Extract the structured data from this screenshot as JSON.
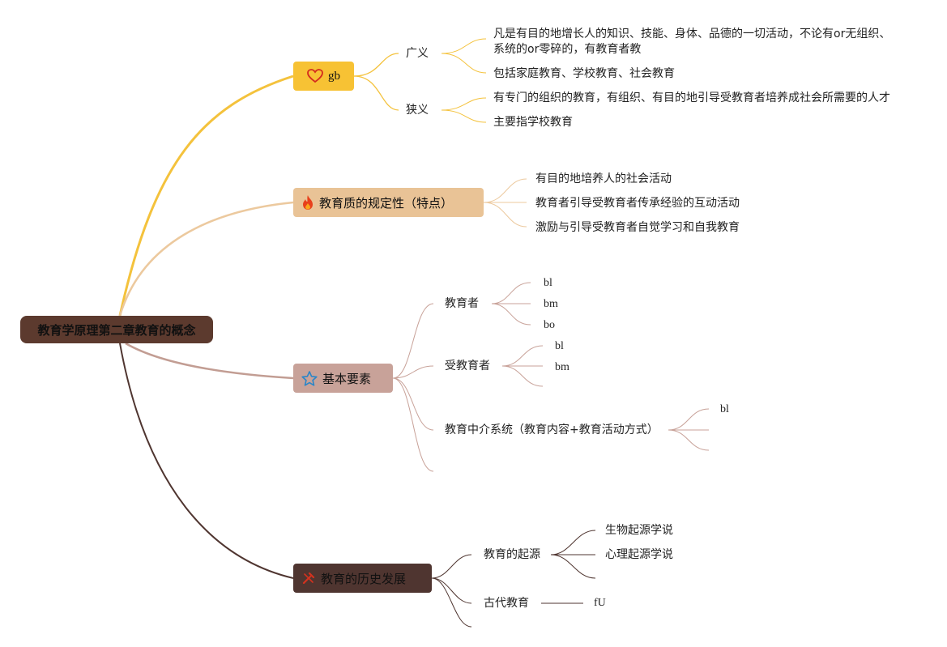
{
  "root": {
    "label": "教育学原理第二章教育的概念"
  },
  "gb": {
    "label": "gb",
    "icon": "heart-icon",
    "guangyi": {
      "label": "广义",
      "items": [
        "凡是有目的地增长人的知识、技能、身体、品德的一切活动，不论有or无组织、",
        "系统的or零碎的，有教育者教",
        "包括家庭教育、学校教育、社会教育"
      ]
    },
    "xiayi": {
      "label": "狭义",
      "items": [
        "有专门的组织的教育，有组织、有目的地引导受教育者培养成社会所需要的人才",
        "主要指学校教育"
      ]
    }
  },
  "quality": {
    "label": "教育质的规定性（特点）",
    "icon": "fire-icon",
    "items": [
      "有目的地培养人的社会活动",
      "教育者引导受教育者传承经验的互动活动",
      "激励与引导受教育者自觉学习和自我教育"
    ]
  },
  "elements": {
    "label": "基本要素",
    "icon": "star-icon",
    "educator": {
      "label": "教育者",
      "items": [
        "bl",
        "bm",
        "bo"
      ]
    },
    "learner": {
      "label": "受教育者",
      "items": [
        "bl",
        "bm"
      ]
    },
    "medium": {
      "label": "教育中介系统（教育内容+教育活动方式）",
      "items": [
        "bl"
      ]
    }
  },
  "history": {
    "label": "教育的历史发展",
    "icon": "tools-icon",
    "origin": {
      "label": "教育的起源",
      "items": [
        "生物起源学说",
        "心理起源学说"
      ]
    },
    "ancient": {
      "label": "古代教育",
      "items": [
        "fU"
      ]
    }
  },
  "colors": {
    "root": "#5c3a2e",
    "gb": "#f7c234",
    "quality": "#e9c396",
    "elements": "#c8a299",
    "history": "#4f3530"
  }
}
